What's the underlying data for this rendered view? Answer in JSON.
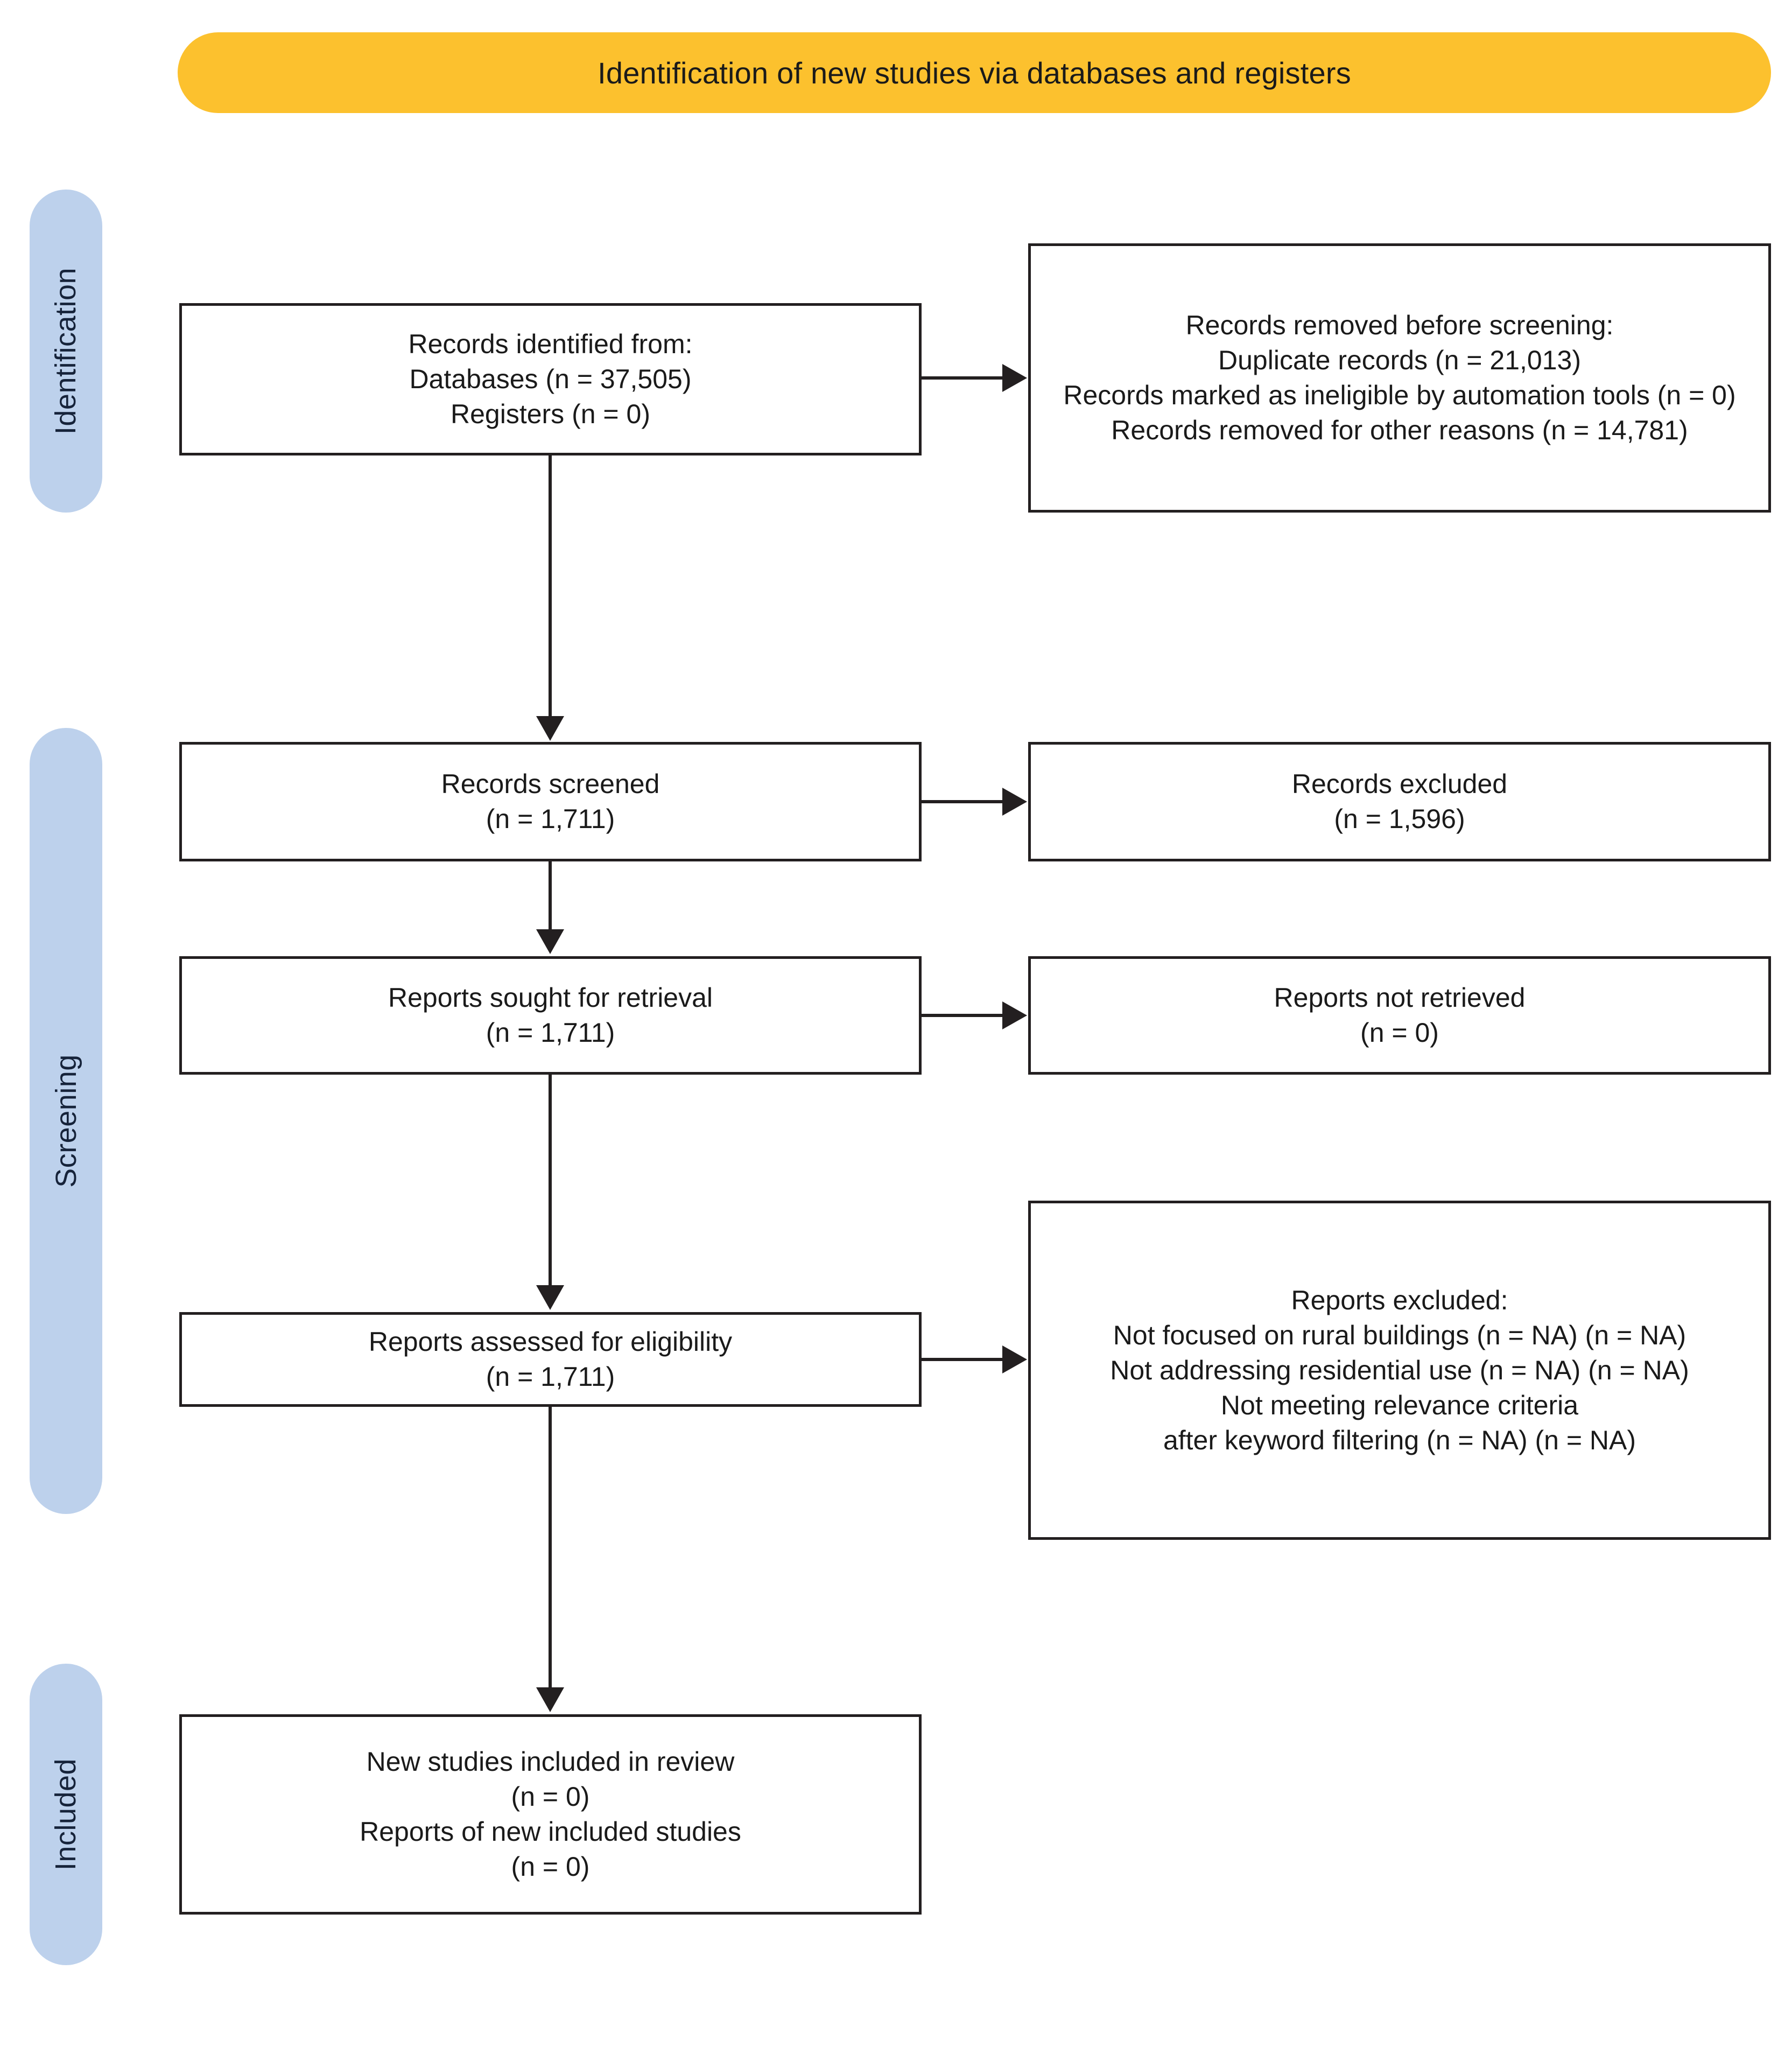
{
  "diagram": {
    "type": "prisma-flow-diagram",
    "header": {
      "title": "Identification of new studies via databases and registers",
      "background_color": "#FCC12E"
    },
    "stages": [
      {
        "id": "identification",
        "label": "Identification",
        "color": "#BDD1EC"
      },
      {
        "id": "screening",
        "label": "Screening",
        "color": "#BDD1EC"
      },
      {
        "id": "included",
        "label": "Included",
        "color": "#BDD1EC"
      }
    ],
    "boxes": {
      "identified": {
        "text": "Records identified from:\nDatabases (n = 37,505)\nRegisters (n = 0)",
        "lines": [
          "Records identified from:",
          "Databases (n = 37,505)",
          "Registers (n = 0)"
        ],
        "counts": {
          "databases": 37505,
          "registers": 0
        }
      },
      "removed_before_screening": {
        "text": "Records removed before screening:\nDuplicate records (n = 21,013)\nRecords marked as ineligible by automation tools (n = 0)\nRecords removed for other reasons (n = 14,781)",
        "lines": [
          "Records removed before screening:",
          "Duplicate records (n = 21,013)",
          "Records marked as ineligible by automation tools (n = 0)",
          "Records removed for other reasons (n = 14,781)"
        ],
        "counts": {
          "duplicate_records": 21013,
          "automation_ineligible": 0,
          "other_reasons": 14781
        }
      },
      "records_screened": {
        "text": "Records screened\n(n = 1,711)",
        "lines": [
          "Records screened",
          "(n = 1,711)"
        ],
        "count": 1711
      },
      "records_excluded": {
        "text": "Records excluded\n(n = 1,596)",
        "lines": [
          "Records excluded",
          "(n = 1,596)"
        ],
        "count": 1596
      },
      "reports_sought": {
        "text": "Reports sought for retrieval\n(n = 1,711)",
        "lines": [
          "Reports sought for retrieval",
          "(n = 1,711)"
        ],
        "count": 1711
      },
      "reports_not_retrieved": {
        "text": "Reports not retrieved\n(n = 0)",
        "lines": [
          "Reports not retrieved",
          "(n = 0)"
        ],
        "count": 0
      },
      "reports_assessed": {
        "text": "Reports assessed for eligibility\n(n = 1,711)",
        "lines": [
          "Reports assessed for eligibility",
          "(n = 1,711)"
        ],
        "count": 1711
      },
      "reports_excluded": {
        "text": "Reports excluded:\nNot focused on rural buildings (n = NA) (n = NA)\nNot addressing residential use (n = NA) (n = NA)\nNot meeting relevance criteria\nafter keyword filtering (n = NA) (n = NA)",
        "lines": [
          "Reports excluded:",
          "Not focused on rural buildings (n = NA) (n = NA)",
          "Not addressing residential use (n = NA) (n = NA)",
          "Not meeting relevance criteria",
          "after keyword filtering (n = NA) (n = NA)"
        ],
        "reasons": [
          {
            "reason": "Not focused on rural buildings",
            "n": "NA"
          },
          {
            "reason": "Not addressing residential use",
            "n": "NA"
          },
          {
            "reason": "Not meeting relevance criteria after keyword filtering",
            "n": "NA"
          }
        ]
      },
      "new_studies_included": {
        "text": "New studies included in review\n(n = 0)\nReports of new included studies\n(n = 0)",
        "lines": [
          "New studies included in review",
          "(n = 0)",
          "Reports of new included studies",
          "(n = 0)"
        ],
        "counts": {
          "new_studies": 0,
          "reports_of_new_studies": 0
        }
      }
    }
  }
}
